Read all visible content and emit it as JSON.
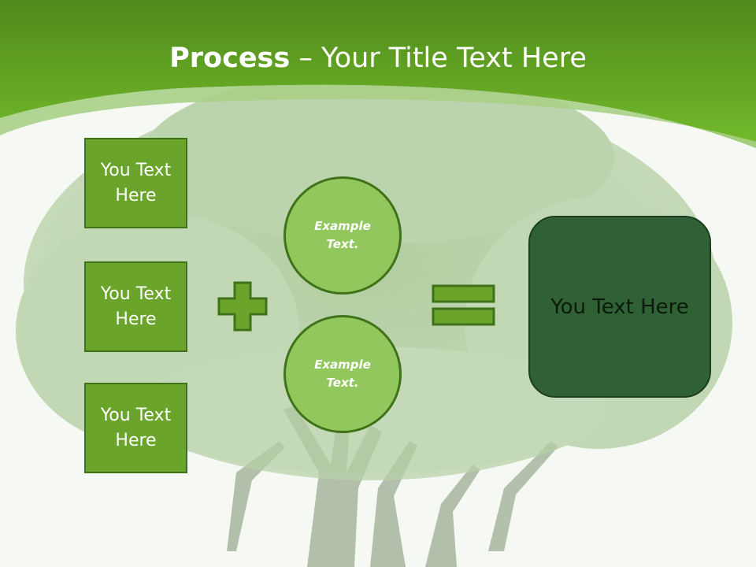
{
  "title": {
    "bold": "Process",
    "rest": " – Your Title Text Here"
  },
  "left_boxes": [
    {
      "text": "You Text Here"
    },
    {
      "text": "You Text Here"
    },
    {
      "text": "You Text Here"
    }
  ],
  "circles": [
    {
      "text": "Example Text."
    },
    {
      "text": "Example Text."
    }
  ],
  "result": {
    "text": "You Text Here"
  },
  "operators": {
    "plus": "plus-icon",
    "equals": "equals-icon"
  },
  "colors": {
    "header": "#64a820",
    "box": "#6aa42a",
    "circle": "#92c75e",
    "result": "#2f6134"
  }
}
